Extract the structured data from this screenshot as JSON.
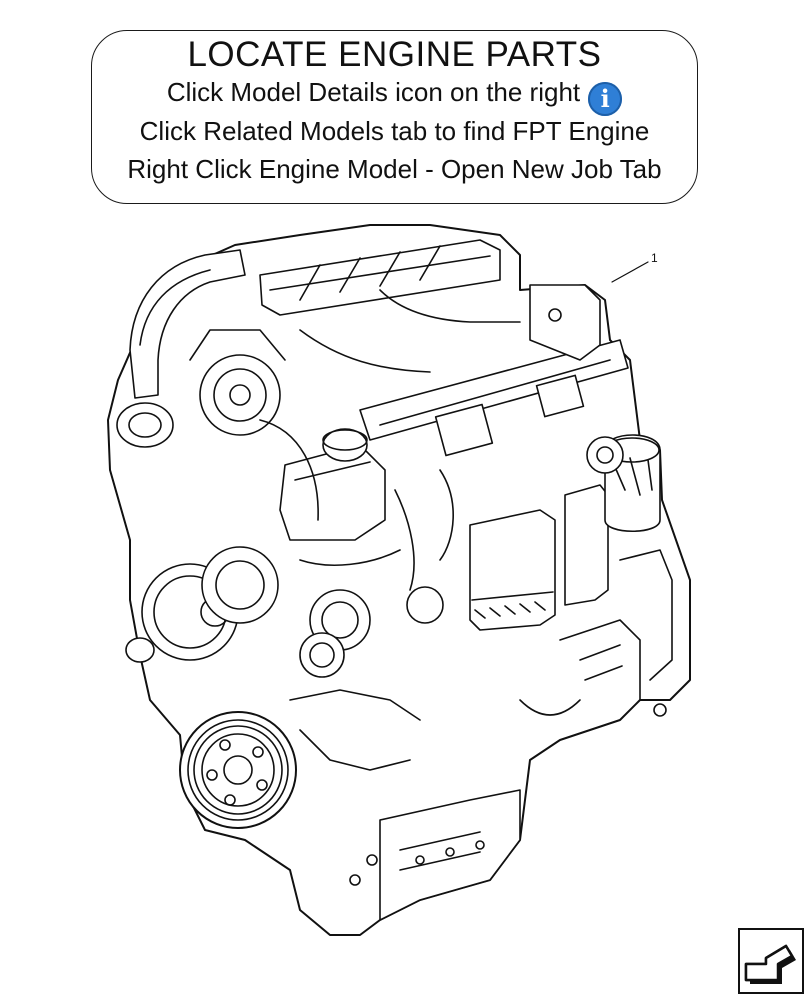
{
  "instructions": {
    "title": "LOCATE ENGINE PARTS",
    "line1": "Click Model Details icon on the right",
    "line2": "Click Related Models tab to find FPT Engine",
    "line3": "Right Click Engine Model - Open New Job Tab",
    "info_icon_glyph": "i",
    "info_icon_color": "#2f7fd6"
  },
  "diagram": {
    "callout_number": "1",
    "nav_icon": "return-arrow-icon"
  }
}
